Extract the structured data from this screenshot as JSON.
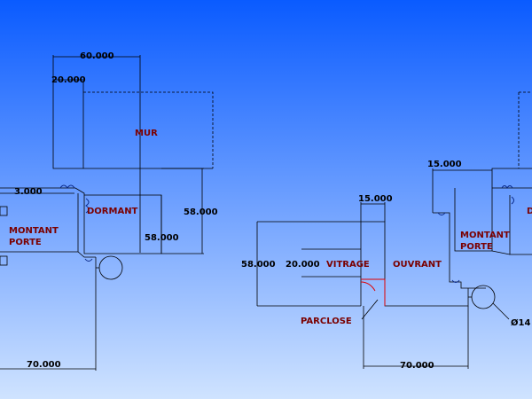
{
  "labels": {
    "mur": "MUR",
    "dormant_left": "DORMANT",
    "dormant_right": "D",
    "montant_porte_left_1": "MONTANT",
    "montant_porte_left_2": "PORTE",
    "montant_porte_right_1": "MONTANT",
    "montant_porte_right_2": "PORTE",
    "vitrage": "VITRAGE",
    "ouvrant": "OUVRANT",
    "parclose": "PARCLOSE"
  },
  "dimensions": {
    "left_60": "60.000",
    "left_20": "20.000",
    "left_3": "3.000",
    "left_58_outer": "58.000",
    "left_58_inner": "58.000",
    "left_70": "70.000",
    "right_15_top": "15.000",
    "right_15_glass": "15.000",
    "right_58": "58.000",
    "right_20": "20.000",
    "right_70": "70.000",
    "right_diam": "Ø14"
  },
  "colors": {
    "background_top": "#0a5bff",
    "background_bottom": "#cfe3ff",
    "label_text": "#7a0000",
    "seal": "#0a2a8a",
    "parclose_line": "#e00000"
  }
}
